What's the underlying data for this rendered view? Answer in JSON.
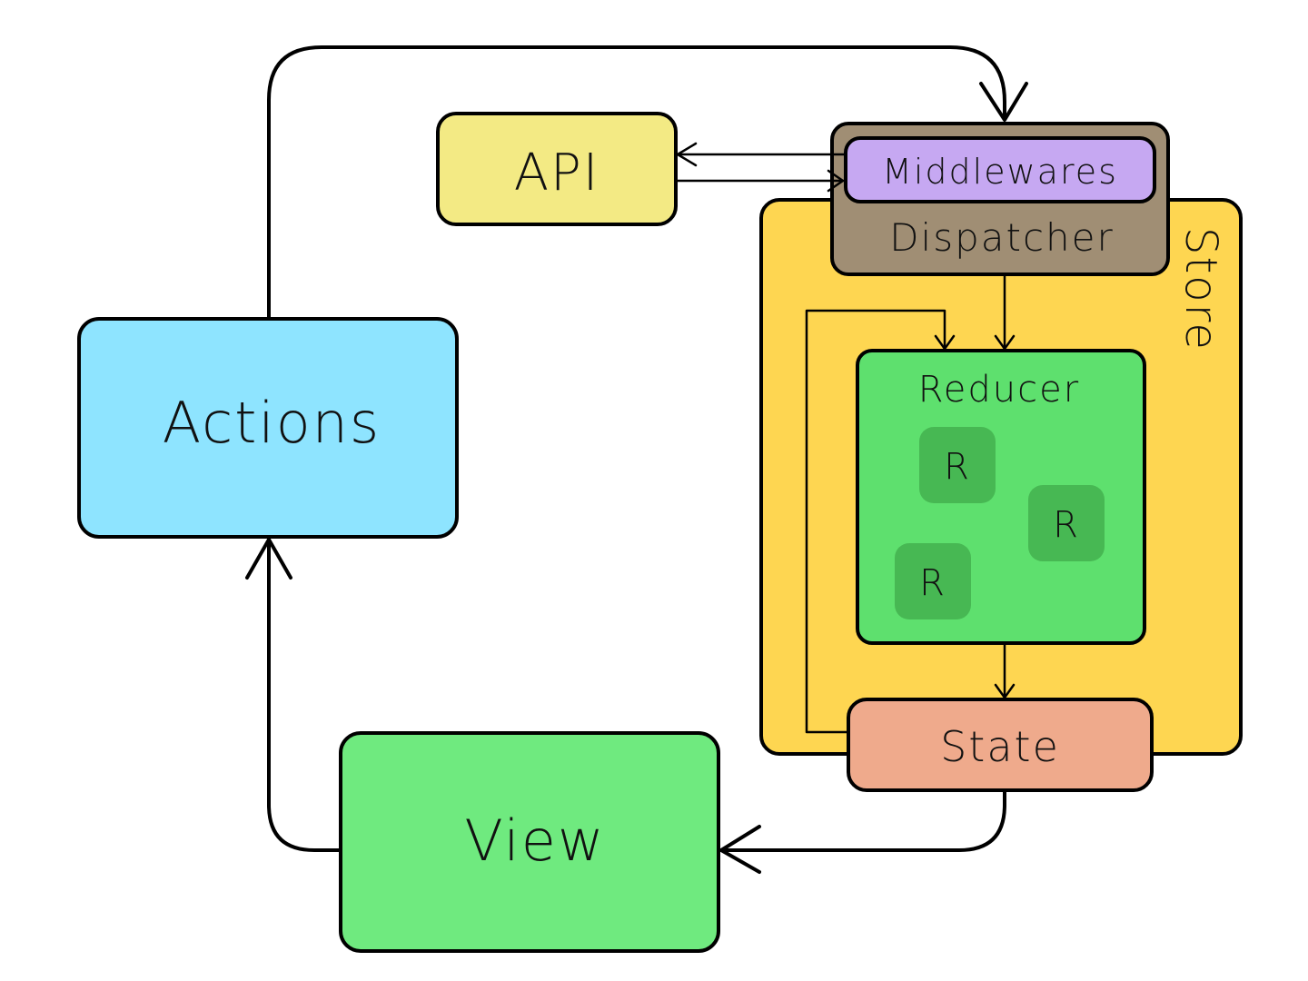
{
  "nodes": {
    "actions": "Actions",
    "api": "API",
    "middlewares": "Middlewares",
    "dispatcher": "Dispatcher",
    "store": "Store",
    "reducer": "Reducer",
    "reducer_items": [
      "R",
      "R",
      "R"
    ],
    "state": "State",
    "view": "View"
  },
  "colors": {
    "actions": "#8ee4ff",
    "api": "#f3ea84",
    "middlewares": "#c6a8f2",
    "dispatcher": "#a08e74",
    "store": "#fed651",
    "reducer": "#5ee06e",
    "reducer_item": "#47b853",
    "state": "#efaa8c",
    "view": "#6fea7f"
  }
}
